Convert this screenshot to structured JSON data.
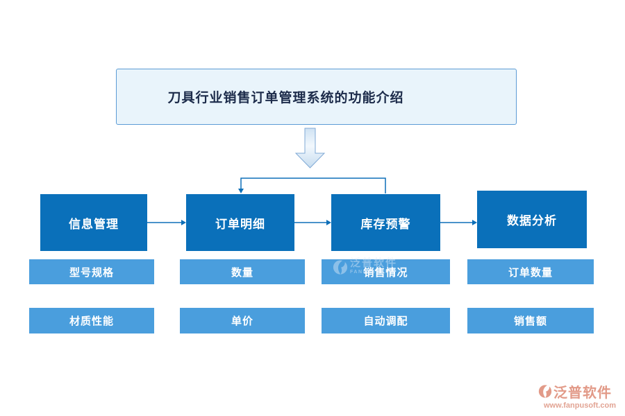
{
  "title_box": {
    "text": "刀具行业销售订单管理系统的功能介绍"
  },
  "flow": {
    "columns": [
      {
        "main": "信息管理",
        "subs": [
          "型号规格",
          "材质性能"
        ]
      },
      {
        "main": "订单明细",
        "subs": [
          "数量",
          "单价"
        ]
      },
      {
        "main": "库存预警",
        "subs": [
          "销售情况",
          "自动调配"
        ]
      },
      {
        "main": "数据分析",
        "subs": [
          "订单数量",
          "销售额"
        ]
      }
    ]
  },
  "watermark_center": {
    "brand": "泛普软件",
    "caption": "FANPUSOFT"
  },
  "watermark_footer": {
    "brand": "泛普软件",
    "url": "www.fanpusoft.com"
  },
  "colors": {
    "main_node": "#0a70ba",
    "sub_node": "#4a9edd",
    "connector": "#0d6fb8",
    "title_fill": "#e9f4fb",
    "title_border": "#5b9bd5",
    "title_text": "#1c2b4a",
    "block_arrow_stroke": "#7fa9d6",
    "watermark_salmon": "#e29a88"
  },
  "icons": {
    "down_arrow": "down-arrow-icon",
    "fanpu_logo": "fanpu-logo-icon"
  }
}
